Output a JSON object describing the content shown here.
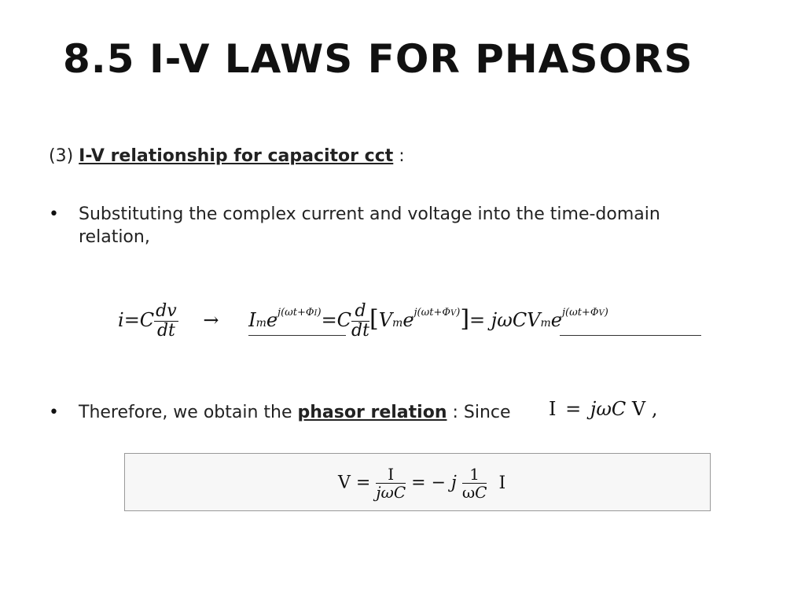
{
  "slide": {
    "title": "8.5 I-V LAWS FOR PHASORS",
    "heading": {
      "prefix": "(3)",
      "label": "I-V relationship for capacitor cct",
      "suffix": ":"
    },
    "bullets": [
      {
        "marker": "•",
        "line1": "Substituting the complex current and voltage into the time-domain",
        "line2": "relation,"
      },
      {
        "marker": "•",
        "before": "Therefore, we obtain the",
        "emph": "phasor relation",
        "after": ": Since"
      }
    ],
    "equation1": {
      "i": "i",
      "eq": "=",
      "C": "C",
      "dv": "dv",
      "dt": "dt",
      "arrow": "→",
      "Im": "I",
      "m": "m",
      "e": "e",
      "exp_I": "j(ωt+Φ",
      "sub_I": "I",
      "close": ")",
      "eq2": "=",
      "C2": "C",
      "d": "d",
      "dt2": "dt",
      "lbr": "[",
      "Vm": "V",
      "m2": "m",
      "e2": "e",
      "exp_V": "j(ωt+Φ",
      "sub_V": "V",
      "close2": ")",
      "rbr": "]",
      "eq3": "=",
      "jw": "jω",
      "CV": "CV",
      "m3": "m",
      "e3": "e",
      "exp_V2": "j(ωt+Φ",
      "sub_V2": "V",
      "close3": ")"
    },
    "equation2": {
      "I": "I",
      "eq": "=",
      "jw": "jω",
      "C": "C",
      "V": "V",
      "comma": ","
    },
    "boxed": {
      "V": "V",
      "eq": "=",
      "num": "I",
      "den_j": "jω",
      "den_C": "C",
      "eq2": "=",
      "minus": "−",
      "j": "j",
      "num2": "1",
      "den2_w": "ω",
      "den2_C": "C",
      "I": "I"
    }
  }
}
